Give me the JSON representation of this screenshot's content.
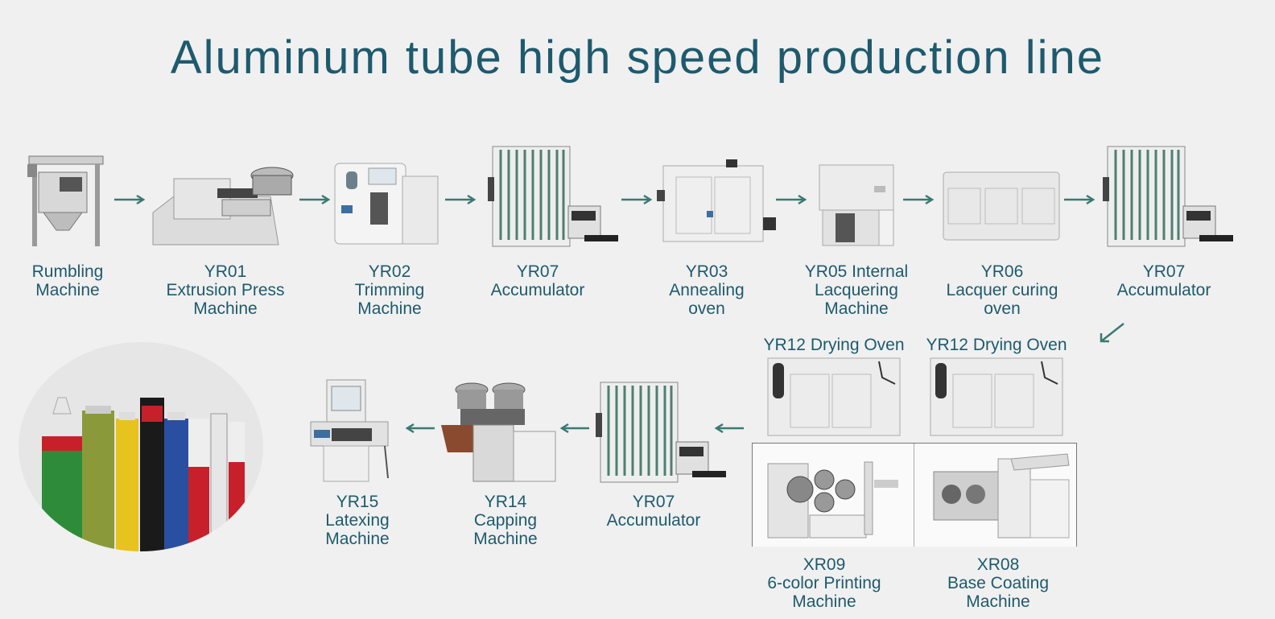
{
  "title": "Aluminum tube high speed production line",
  "row1": [
    {
      "code": "",
      "lines": [
        "Rumbling",
        "Machine"
      ],
      "icon": "rumbling-machine-icon"
    },
    {
      "code": "YR01",
      "lines": [
        "Extrusion Press",
        "Machine"
      ],
      "icon": "extrusion-press-icon"
    },
    {
      "code": "YR02",
      "lines": [
        "Trimming",
        "Machine"
      ],
      "icon": "trimming-machine-icon"
    },
    {
      "code": "YR07",
      "lines": [
        "Accumulator"
      ],
      "icon": "accumulator-icon"
    },
    {
      "code": "YR03",
      "lines": [
        "Annealing",
        "oven"
      ],
      "icon": "annealing-oven-icon"
    },
    {
      "code": "YR05 Internal",
      "lines": [
        "Lacquering",
        "Machine"
      ],
      "icon": "lacquering-machine-icon"
    },
    {
      "code": "YR06",
      "lines": [
        "Lacquer curing",
        "oven"
      ],
      "icon": "curing-oven-icon"
    },
    {
      "code": "YR07",
      "lines": [
        "Accumulator"
      ],
      "icon": "accumulator-icon"
    }
  ],
  "drying": [
    {
      "label": "YR12 Drying Oven"
    },
    {
      "label": "YR12 Drying Oven"
    }
  ],
  "printing": [
    {
      "code": "XR09",
      "lines": [
        "6-color Printing",
        "Machine"
      ]
    },
    {
      "code": "XR08",
      "lines": [
        "Base Coating",
        "Machine"
      ]
    }
  ],
  "row2": [
    {
      "code": "YR07",
      "lines": [
        "Accumulator"
      ]
    },
    {
      "code": "YR14",
      "lines": [
        "Capping",
        "Machine"
      ]
    },
    {
      "code": "YR15",
      "lines": [
        "Latexing",
        "Machine"
      ]
    }
  ],
  "colors": {
    "text": "#1e5a6e",
    "arrow": "#3a7a72",
    "background": "#f0f0f0"
  }
}
